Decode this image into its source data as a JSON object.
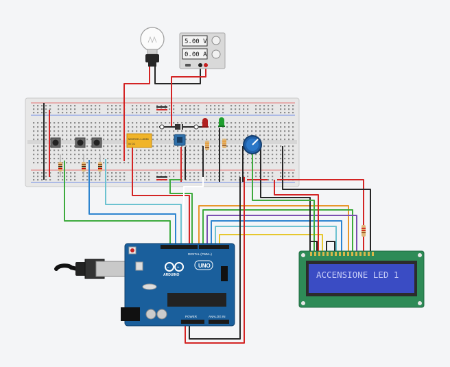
{
  "power_supply": {
    "voltage": "5.00 V",
    "current": "0.00 A"
  },
  "arduino": {
    "brand": "ARDUINO",
    "model": "UNO",
    "digital_header": "DIGITAL (PWM~)",
    "power_header": "POWER",
    "analog_header": "ANALOG IN"
  },
  "lcd": {
    "text": "ACCENSIONE LED 1"
  },
  "relay": {
    "label": "MIKROE-1-8038"
  },
  "colors": {
    "wire_red": "#d32424",
    "wire_black": "#262626",
    "wire_green": "#3daa3d",
    "wire_blue": "#2d84cf",
    "wire_cyan": "#6cc2d0",
    "wire_orange": "#e8962a",
    "wire_purple": "#7a4fb0",
    "wire_yellow": "#e6c72e",
    "wire_white": "#ffffff",
    "arduino_blue": "#1a5f9c",
    "lcd_green": "#2e8b57",
    "lcd_screen": "#3a4cc4"
  }
}
